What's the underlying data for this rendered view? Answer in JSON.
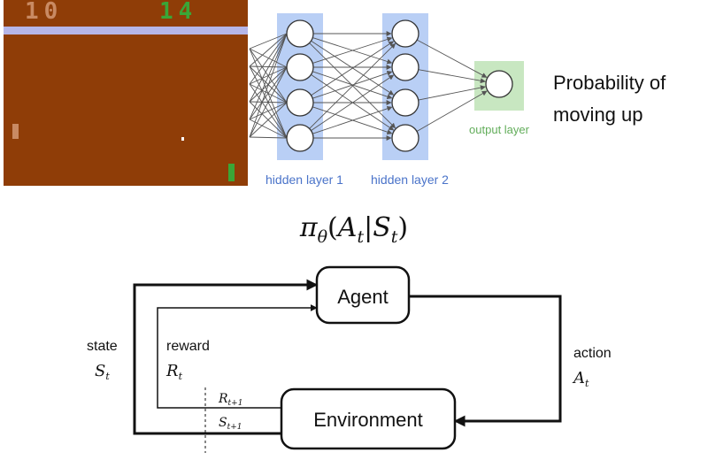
{
  "game": {
    "score_left": "10",
    "score_right": "14",
    "colors": {
      "background": "#8f3d07",
      "wall": "#b6b6e8",
      "score_left": "#c98a63",
      "score_right": "#3aa637",
      "paddle_left": "#c98a63",
      "paddle_right": "#3aa637",
      "ball": "#ffffff"
    }
  },
  "network": {
    "hidden_layer_1_label": "hidden layer 1",
    "hidden_layer_2_label": "hidden layer 2",
    "output_layer_label": "output layer",
    "layer_sizes": [
      4,
      4,
      1
    ],
    "colors": {
      "hidden_band": "#b9cff5",
      "hidden_label": "#4a73c9",
      "output_band": "#c8e7c1",
      "output_label": "#62ad5a"
    }
  },
  "output_caption": {
    "line1": "Probability of",
    "line2": "moving up"
  },
  "policy_formula": {
    "pi": "π",
    "theta": "θ",
    "open_paren": "(",
    "action_A": "A",
    "action_sub": "t",
    "bar": "|",
    "state_S": "S",
    "state_sub": "t",
    "close_paren": ")"
  },
  "rl_loop": {
    "agent_label": "Agent",
    "environment_label": "Environment",
    "state_label": "state",
    "state_symbol": "S",
    "state_subscript": "t",
    "reward_label": "reward",
    "reward_symbol": "R",
    "reward_subscript": "t",
    "action_label": "action",
    "action_symbol": "A",
    "action_subscript": "t",
    "next_reward_symbol": "R",
    "next_reward_subscript": "t+1",
    "next_state_symbol": "S",
    "next_state_subscript": "t+1"
  }
}
